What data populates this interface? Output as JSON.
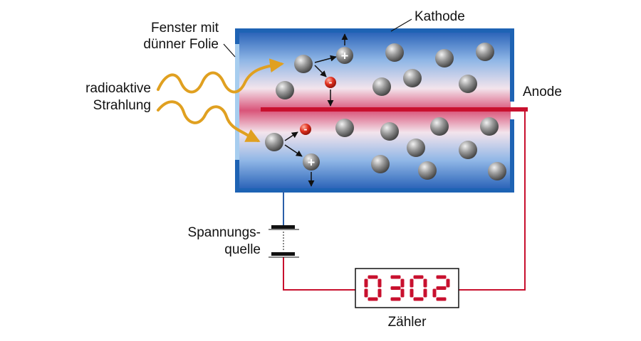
{
  "labels": {
    "kathode": "Kathode",
    "window_line1": "Fenster mit",
    "window_line2": "dünner Folie",
    "radiation_line1": "radioaktive",
    "radiation_line2": "Strahlung",
    "anode": "Anode",
    "voltage_line1": "Spannungs-",
    "voltage_line2": "quelle",
    "counter": "Zähler"
  },
  "counter_display": "0302",
  "ion_signs": {
    "positive": "+",
    "negative": "-"
  },
  "colors": {
    "cathode_border": "#1e63b4",
    "anode": "#c8102e",
    "wire_red": "#c8102e",
    "wire_blue": "#2a5fa8",
    "radiation": "#e0a020",
    "display_digits": "#c8102e"
  }
}
